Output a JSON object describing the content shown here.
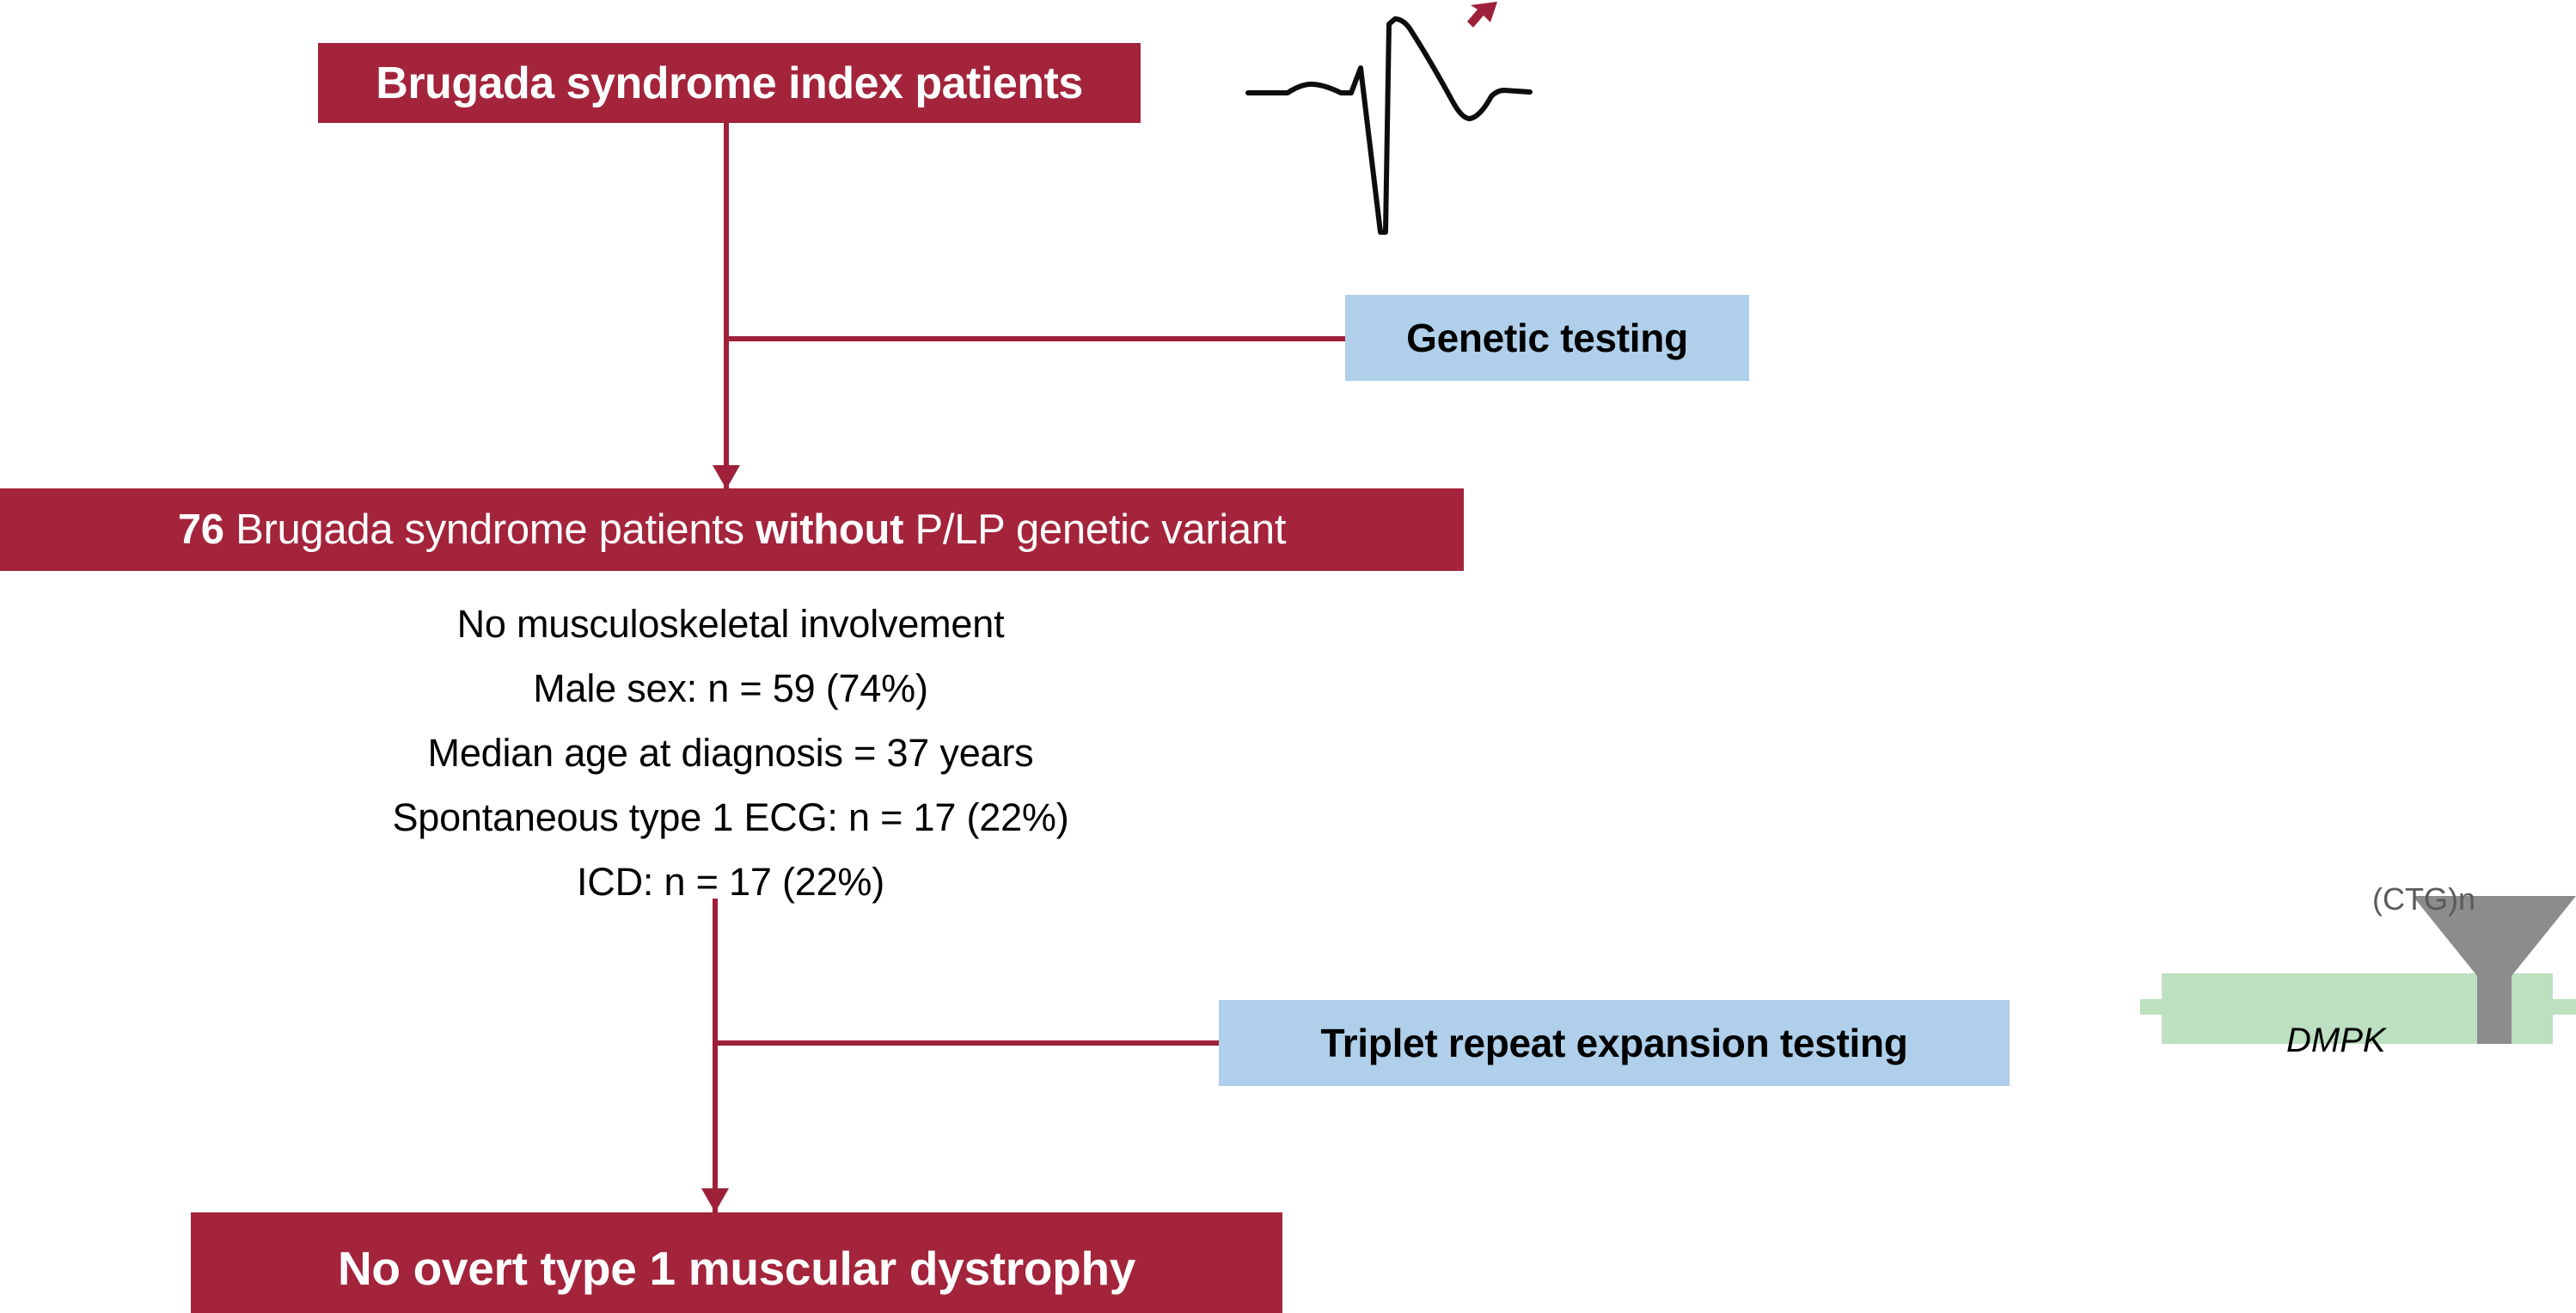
{
  "figure": {
    "type": "flowchart",
    "colors": {
      "primary_red": "#A3243B",
      "connector_red": "#9E2039",
      "accent_blue": "#AFCFEA",
      "gene_green": "#BCE0C0",
      "funnel_grey": "#8C8C8C",
      "text_dark": "#000000",
      "text_light": "#FFFFFF"
    }
  },
  "nodes": {
    "index_patients": {
      "label": "Brugada syndrome index patients",
      "style": "red"
    },
    "cohort": {
      "count": "76",
      "prefix": "76",
      "mid": " Brugada syndrome patients ",
      "emphasis": "without",
      "suffix": " P/LP genetic variant",
      "full_label": "76 Brugada syndrome patients without P/LP genetic variant",
      "style": "red"
    },
    "genetic_testing": {
      "label": "Genetic testing",
      "style": "blue"
    },
    "triplet_testing": {
      "label": "Triplet repeat expansion testing",
      "style": "blue"
    },
    "outcome": {
      "label": "No overt type 1 muscular dystrophy",
      "style": "red"
    }
  },
  "cohort_details": {
    "lines": [
      "No musculoskeletal involvement",
      "Male sex: n = 59 (74%)",
      "Median age at diagnosis = 37 years",
      "Spontaneous type 1 ECG: n = 17 (22%)",
      "ICD: n = 17 (22%)"
    ],
    "values": {
      "musculoskeletal_involvement": "No musculoskeletal involvement",
      "male_sex_n": 59,
      "male_sex_pct": "74%",
      "median_age_at_diagnosis_years": 37,
      "spontaneous_type1_ecg_n": 17,
      "spontaneous_type1_ecg_pct": "22%",
      "icd_n": 17,
      "icd_pct": "22%"
    }
  },
  "illustrations": {
    "ecg": {
      "name": "type-1-brugada-ecg-waveform",
      "annotation": "red arrow pointing to coved ST elevation"
    },
    "gene": {
      "gene_name": "DMPK",
      "repeat_label": "(CTG)n"
    }
  }
}
